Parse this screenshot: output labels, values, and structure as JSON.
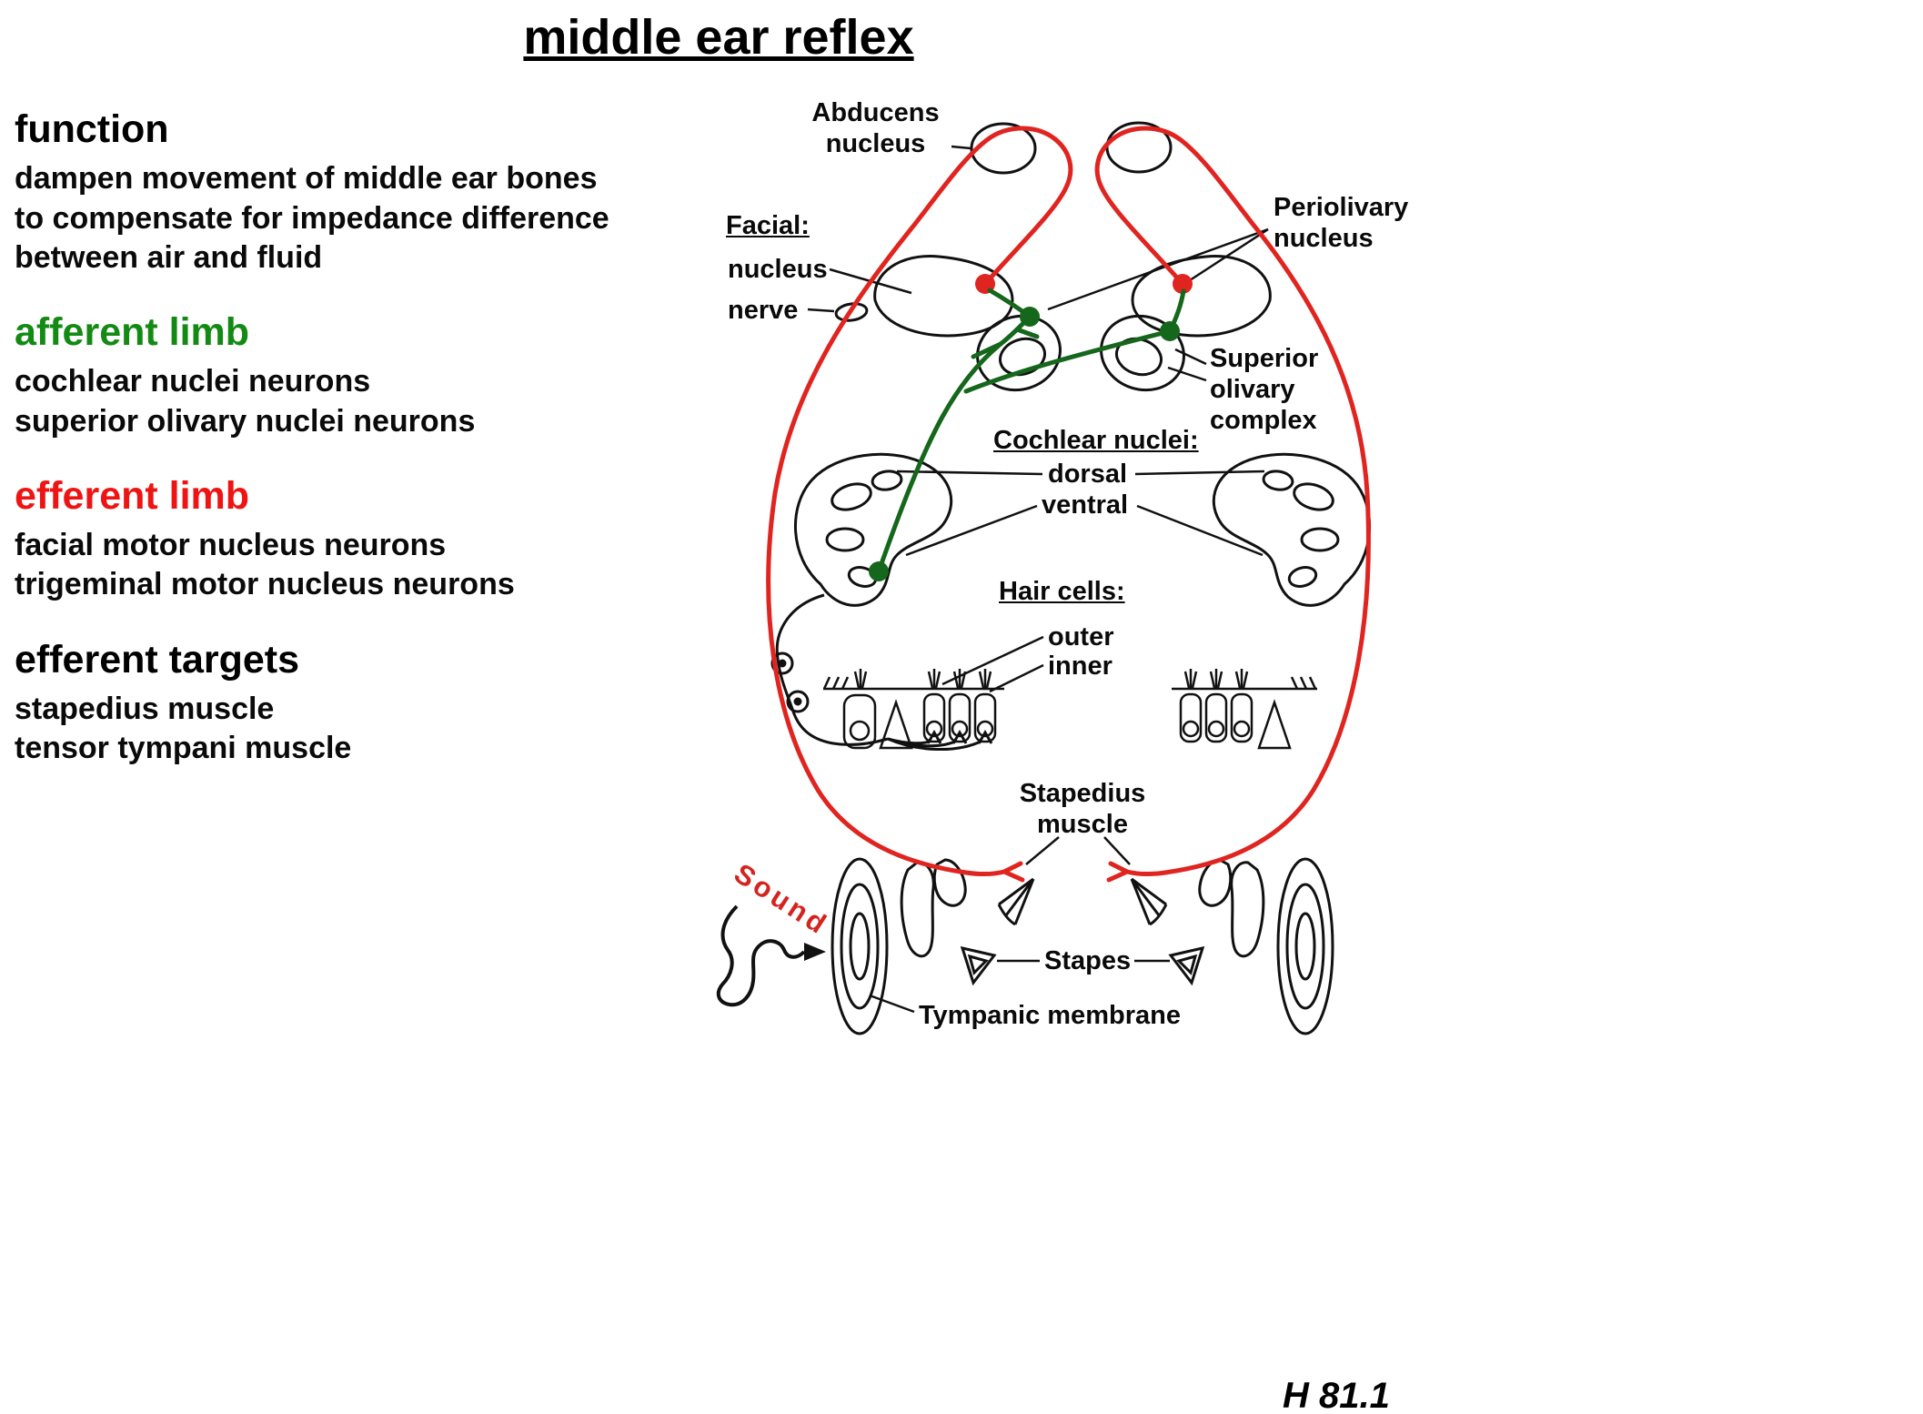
{
  "slide": {
    "title": "middle ear reflex",
    "footnote": "H 81.1"
  },
  "colors": {
    "efferent_red": "#e02420",
    "afferent_green": "#15671b",
    "heading_green": "#138a13",
    "heading_red": "#ee1414",
    "ink": "#0a0a0a"
  },
  "left_panel": {
    "sections": [
      {
        "heading": "function",
        "lines": [
          "dampen movement of middle ear bones",
          "to compensate for impedance difference",
          "between air and fluid"
        ]
      },
      {
        "heading": "afferent limb",
        "lines": [
          "cochlear nuclei neurons",
          "superior olivary nuclei neurons"
        ]
      },
      {
        "heading": "efferent limb",
        "lines": [
          "facial motor nucleus neurons",
          "trigeminal motor nucleus neurons"
        ]
      },
      {
        "heading": "efferent targets",
        "lines": [
          "stapedius muscle",
          "tensor tympani muscle"
        ]
      }
    ]
  },
  "diagram": {
    "labels": {
      "abducens": [
        "Abducens",
        "nucleus"
      ],
      "periolivary": [
        "Periolivary",
        "nucleus"
      ],
      "facial_heading": "Facial:",
      "facial_items": [
        "nucleus",
        "nerve"
      ],
      "superior_olivary": [
        "Superior",
        "olivary",
        "complex"
      ],
      "cochlear_heading": "Cochlear nuclei:",
      "cochlear_items": [
        "dorsal",
        "ventral"
      ],
      "hair_heading": "Hair cells:",
      "hair_items": [
        "outer",
        "inner"
      ],
      "stapedius": [
        "Stapedius",
        "muscle"
      ],
      "sound": "Sound",
      "stapes": "Stapes",
      "tympanic": "Tympanic membrane"
    }
  }
}
